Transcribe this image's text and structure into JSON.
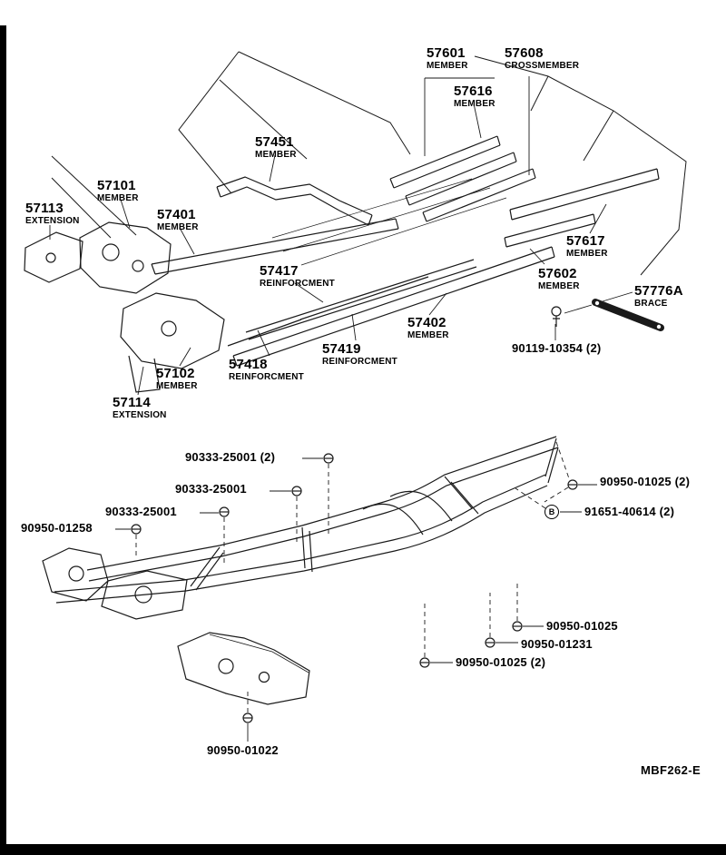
{
  "doc_code": "MBF262-E",
  "fastener_b": "B",
  "top_labels": [
    {
      "num": "57601",
      "desc": "MEMBER"
    },
    {
      "num": "57608",
      "desc": "CROSSMEMBER"
    },
    {
      "num": "57616",
      "desc": "MEMBER"
    },
    {
      "num": "57451",
      "desc": "MEMBER"
    },
    {
      "num": "57101",
      "desc": "MEMBER"
    },
    {
      "num": "57113",
      "desc": "EXTENSION"
    },
    {
      "num": "57401",
      "desc": "MEMBER"
    },
    {
      "num": "57617",
      "desc": "MEMBER"
    },
    {
      "num": "57417",
      "desc": "REINFORCMENT"
    },
    {
      "num": "57602",
      "desc": "MEMBER"
    },
    {
      "num": "57776A",
      "desc": "BRACE"
    },
    {
      "num": "57402",
      "desc": "MEMBER"
    },
    {
      "num": "57419",
      "desc": "REINFORCMENT"
    },
    {
      "num": "57418",
      "desc": "REINFORCMENT"
    },
    {
      "num": "57102",
      "desc": "MEMBER"
    },
    {
      "num": "57114",
      "desc": "EXTENSION"
    }
  ],
  "top_single": [
    {
      "text": "90119-10354 (2)"
    }
  ],
  "bottom_labels": [
    {
      "text": "90333-25001 (2)"
    },
    {
      "text": "90333-25001"
    },
    {
      "text": "90333-25001"
    },
    {
      "text": "90950-01258"
    },
    {
      "text": "90950-01025 (2)"
    },
    {
      "text": "91651-40614 (2)"
    },
    {
      "text": "90950-01025"
    },
    {
      "text": "90950-01231"
    },
    {
      "text": "90950-01025 (2)"
    },
    {
      "text": "90950-01022"
    }
  ]
}
